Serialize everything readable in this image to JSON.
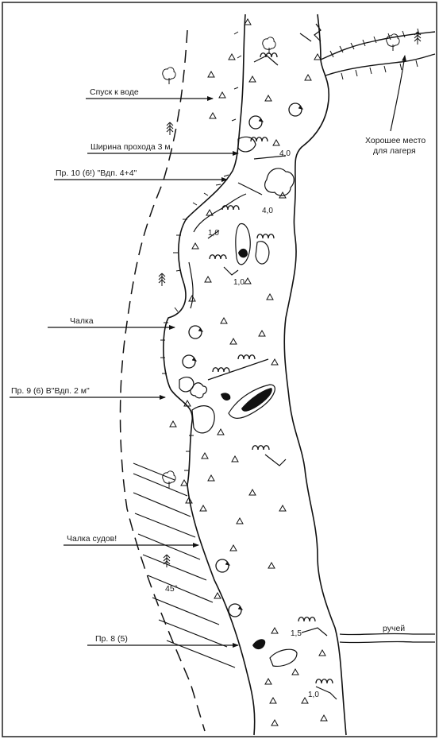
{
  "map": {
    "annotations": [
      {
        "id": "descent",
        "text": "Спуск к воде"
      },
      {
        "id": "width",
        "text": "Ширина прохода 3 м"
      },
      {
        "id": "rapid10",
        "text": "Пр. 10 (6!) \"Вдп. 4+4\""
      },
      {
        "id": "chalka1",
        "text": "Чалка"
      },
      {
        "id": "rapid9",
        "text": "Пр. 9 (6) В\"Вдп. 2 м\""
      },
      {
        "id": "chalka2",
        "text": "Чалка судов!"
      },
      {
        "id": "rapid8",
        "text": "Пр. 8 (5)"
      }
    ],
    "camp": {
      "line1": "Хорошее место",
      "line2": "для лагеря"
    },
    "stream": "ручей",
    "angle": "45°",
    "drops": [
      "4,0",
      "4,0",
      "1,0",
      "1,0",
      "1,5",
      "1,0"
    ]
  }
}
